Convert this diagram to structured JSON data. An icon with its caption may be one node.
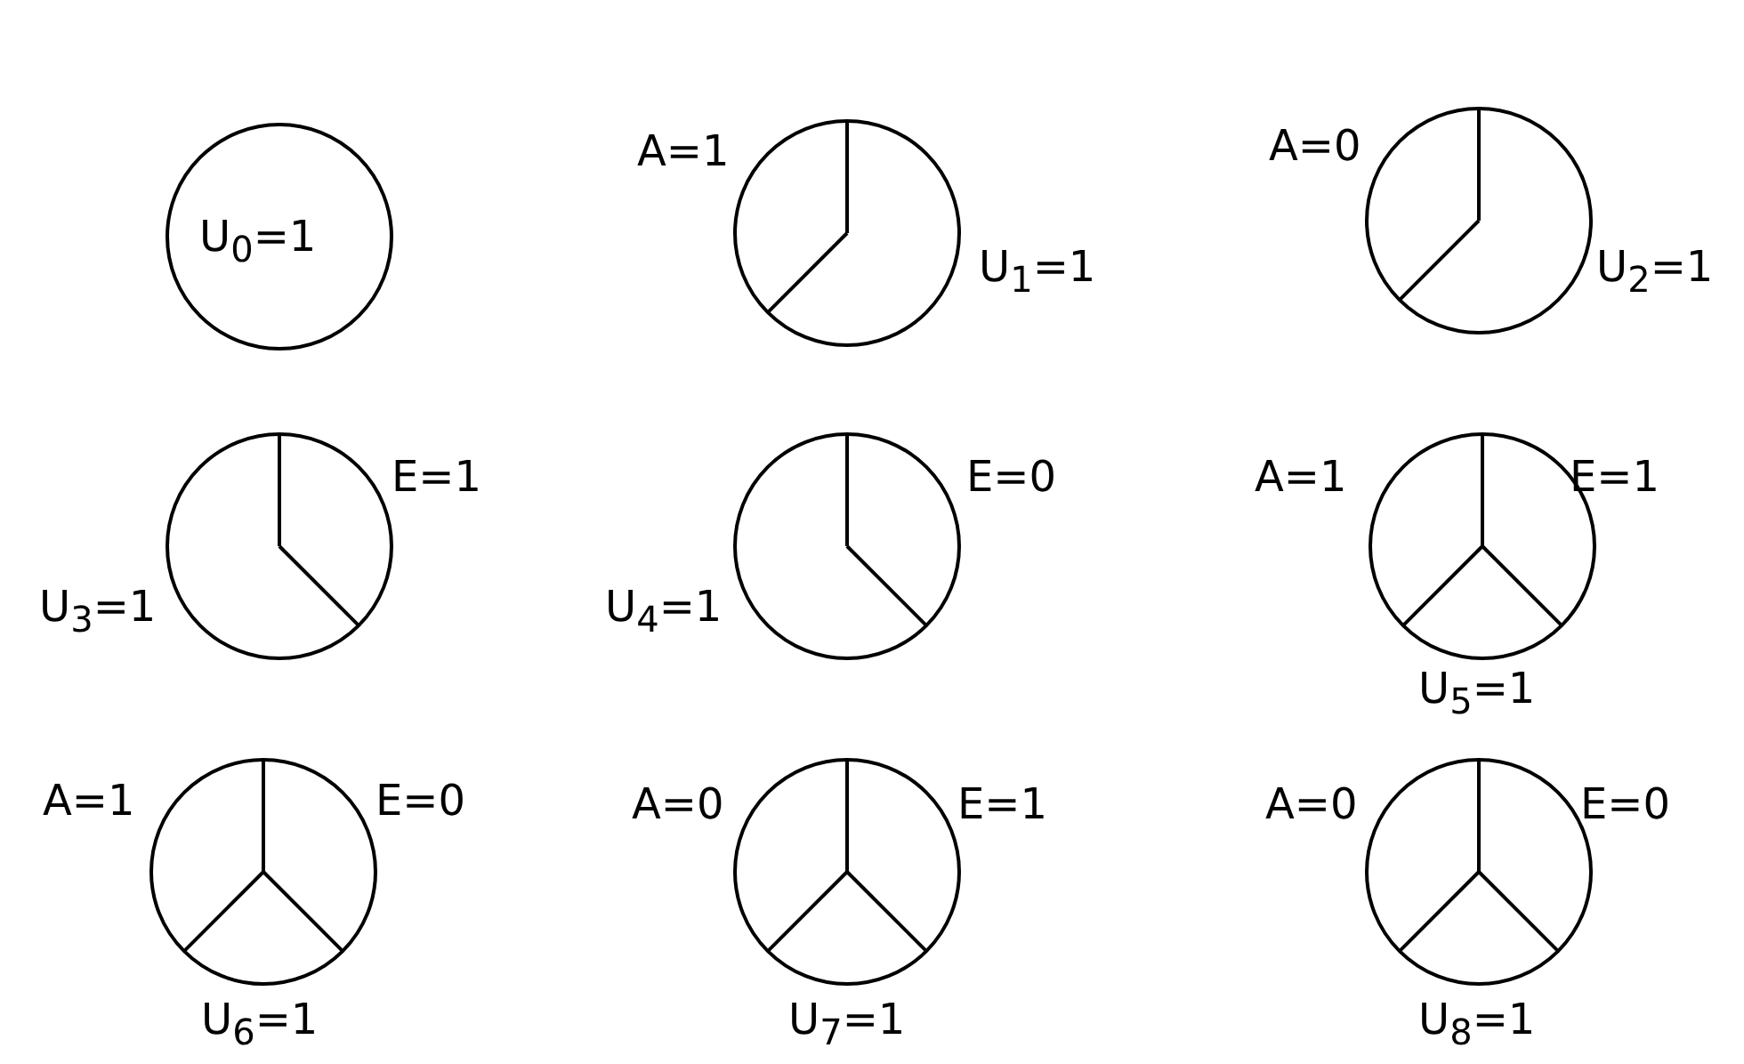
{
  "diagram": {
    "nodes": [
      {
        "text": [
          "U$_{0}$=1"
        ]
      },
      {
        "text": [
          "A=1",
          "U$_{1}$=1"
        ]
      },
      {
        "text": [
          "A=0",
          "U$_{2}$=1"
        ]
      },
      {
        "text": [
          "E=1",
          "U$_{3}$=1"
        ]
      },
      {
        "text": [
          "E=0",
          "U$_{4}$=1"
        ]
      },
      {
        "text": [
          "A=1",
          "E=1",
          "U$_{5}$=1"
        ]
      },
      {
        "text": [
          "A=1",
          "E=0",
          "U$_{6}$=1"
        ]
      },
      {
        "text": [
          "A=0",
          "E=1",
          "U$_{7}$=1"
        ]
      },
      {
        "text": [
          "A=0",
          "E=0",
          "U$_{8}$=1"
        ]
      }
    ]
  }
}
